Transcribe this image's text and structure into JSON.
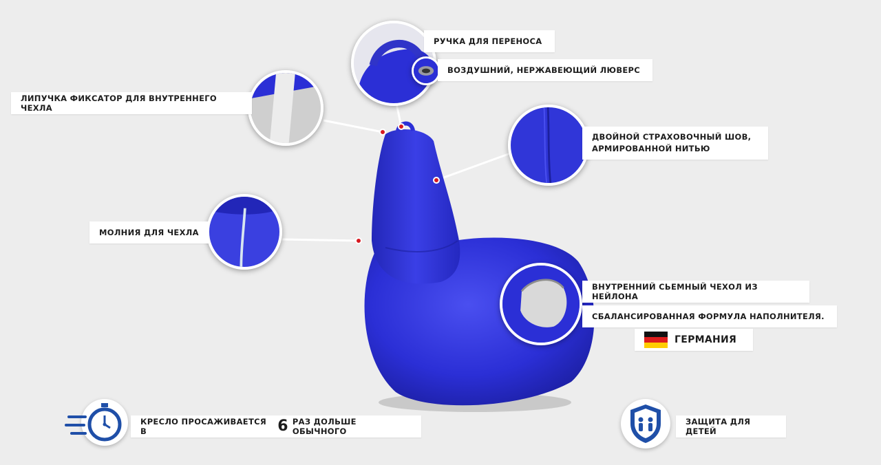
{
  "callouts": {
    "handle": "РУЧКА ДЛЯ ПЕРЕНОСА",
    "grommet": "ВОЗДУШНИЙ, НЕРЖАВЕЮЩИЙ ЛЮВЕРС",
    "velcro": "ЛИПУЧКА ФИКСАТОР ДЛЯ ВНУТРЕННЕГО ЧЕХЛА",
    "seam_line1": "ДВОЙНОЙ СТРАХОВОЧНЫЙ ШОВ,",
    "seam_line2": "АРМИРОВАННОЙ НИТЬЮ",
    "zipper": "МОЛНИЯ ДЛЯ ЧЕХЛА",
    "inner_cover": "ВНУТРЕННИЙ СЬЕМНЫЙ ЧЕХОЛ ИЗ НЕЙЛОНА",
    "filler": "СБАЛАНСИРОВАННАЯ ФОРМУЛА НАПОЛНИТЕЛЯ.",
    "country": "ГЕРМАНИЯ"
  },
  "features": {
    "durability_prefix": "КРЕСЛО ПРОСАЖИВАЕТСЯ В",
    "durability_number": "6",
    "durability_suffix": "РАЗ ДОЛЬШЕ ОБЫЧНОГО",
    "child_safety": "ЗАЩИТА ДЛЯ ДЕТЕЙ"
  },
  "icons": {
    "timer": "stopwatch-icon",
    "shield": "child-shield-icon",
    "flag": "germany-flag-icon"
  },
  "colors": {
    "product_blue": "#2b2fd6",
    "accent_dot": "#d71920",
    "icon_blue": "#1f4fa8",
    "background": "#ededed"
  }
}
